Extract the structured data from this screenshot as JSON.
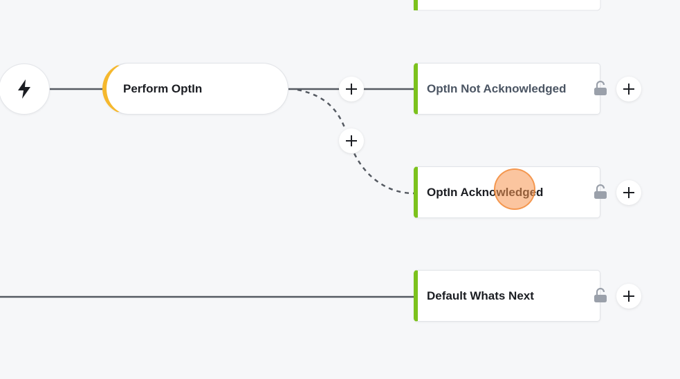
{
  "canvas": {
    "trigger": {
      "icon": "lightning-bolt-icon"
    },
    "action": {
      "label": "Perform OptIn",
      "accent_color": "#f5b82e"
    },
    "branches": [
      {
        "label": "OptIn Not Acknowledged",
        "accent_color": "#7cc21d",
        "muted": true
      },
      {
        "label": "OptIn Acknowledged",
        "accent_color": "#7cc21d",
        "muted": false
      },
      {
        "label": "Default Whats Next",
        "accent_color": "#7cc21d",
        "muted": false
      }
    ],
    "colors": {
      "background": "#f6f7f9",
      "connector": "#555a62",
      "lock_icon": "#9aa0aa"
    }
  }
}
